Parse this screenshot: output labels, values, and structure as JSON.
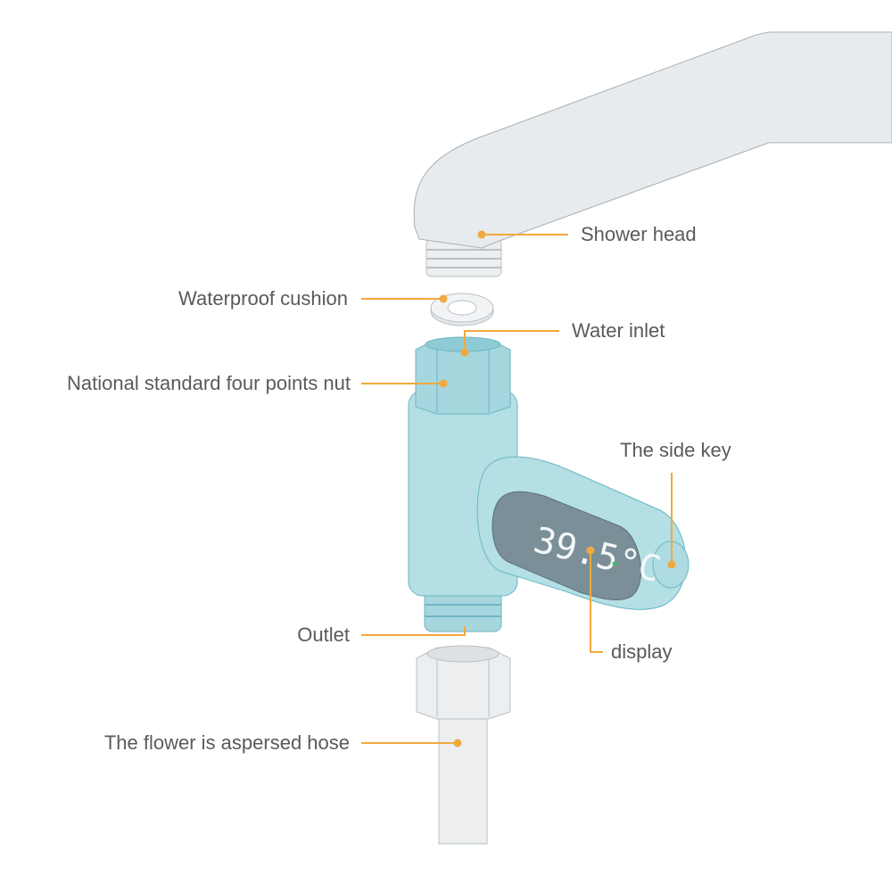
{
  "colors": {
    "accent": "#f0a93f",
    "body": "#b3dfe5",
    "display": "#7b8f98",
    "text": "#5a5a5a"
  },
  "display_reading": "39.5°C",
  "labels": {
    "shower_head": "Shower head",
    "waterproof_cushion": "Waterproof cushion",
    "water_inlet": "Water inlet",
    "nut": "National standard four points nut",
    "side_key": "The side key",
    "outlet": "Outlet",
    "display": "display",
    "hose": "The flower is aspersed hose"
  }
}
